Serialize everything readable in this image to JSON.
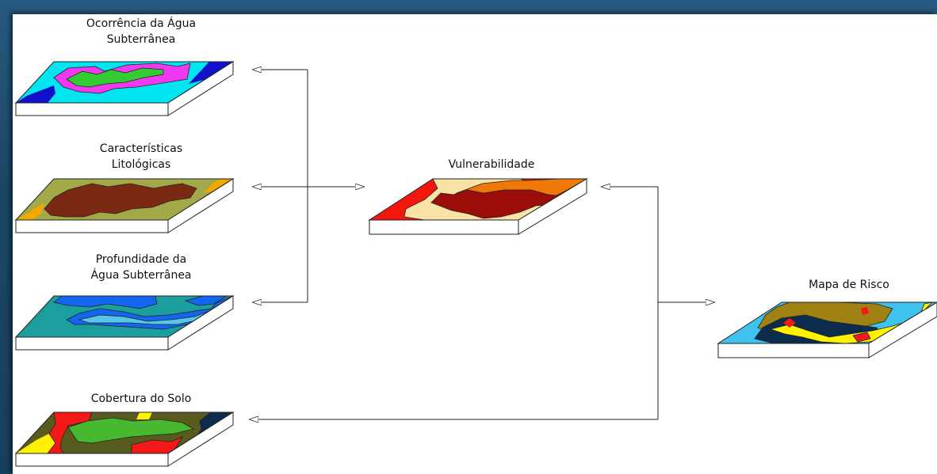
{
  "diagram": {
    "layers": {
      "ocorrencia": {
        "line1": "Ocorrência da Água",
        "line2": "Subterrânea"
      },
      "litologia": {
        "line1": "Características",
        "line2": "Litológicas"
      },
      "profundidade": {
        "line1": "Profundidade da",
        "line2": "Água Subterrânea"
      },
      "cobertura": {
        "line1": "Cobertura do Solo"
      }
    },
    "result": {
      "label": "Vulnerabilidade"
    },
    "final": {
      "label": "Mapa de Risco"
    }
  },
  "colors": {
    "background": "#1d4a6b",
    "canvas": "#ffffff",
    "connector": "#222222",
    "ocorrencia": [
      "#00e5f0",
      "#1111cc",
      "#f039f0",
      "#33cc33"
    ],
    "litologia": [
      "#a3a848",
      "#f2a800",
      "#7a2a12"
    ],
    "profundidade": [
      "#1a9e9e",
      "#1466f0",
      "#55c8e8"
    ],
    "cobertura": [
      "#595a1e",
      "#f41818",
      "#fff200",
      "#47b830",
      "#0c2c4e"
    ],
    "vulnerabilidade": [
      "#f2160c",
      "#f8e2a6",
      "#f07808",
      "#9c0c08"
    ],
    "risco": [
      "#3fc2f0",
      "#a08214",
      "#0c2c4e",
      "#fff200",
      "#f41818"
    ]
  }
}
